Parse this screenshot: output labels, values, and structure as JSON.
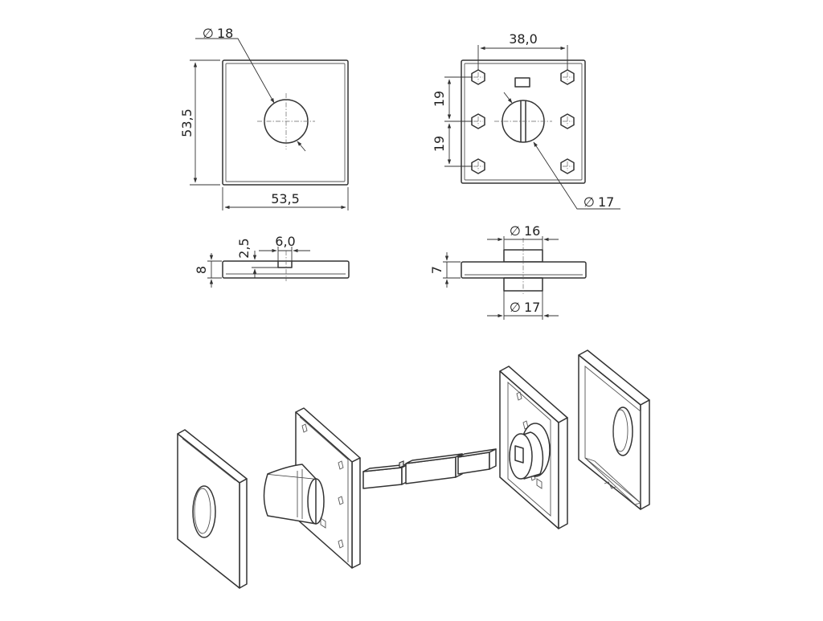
{
  "dimensions": {
    "hole_dia_front": "18",
    "plate_height": "53,5",
    "plate_width": "53,5",
    "hole_spacing": "38,0",
    "pitch_upper": "19",
    "pitch_lower": "19",
    "slot_dia_back": "17",
    "side_thickness": "8",
    "step_height": "2,5",
    "step_width": "6,0",
    "boss_thickness": "7",
    "boss_dia_top": "16",
    "boss_dia_bottom": "17"
  },
  "diameter_symbol": "∅"
}
